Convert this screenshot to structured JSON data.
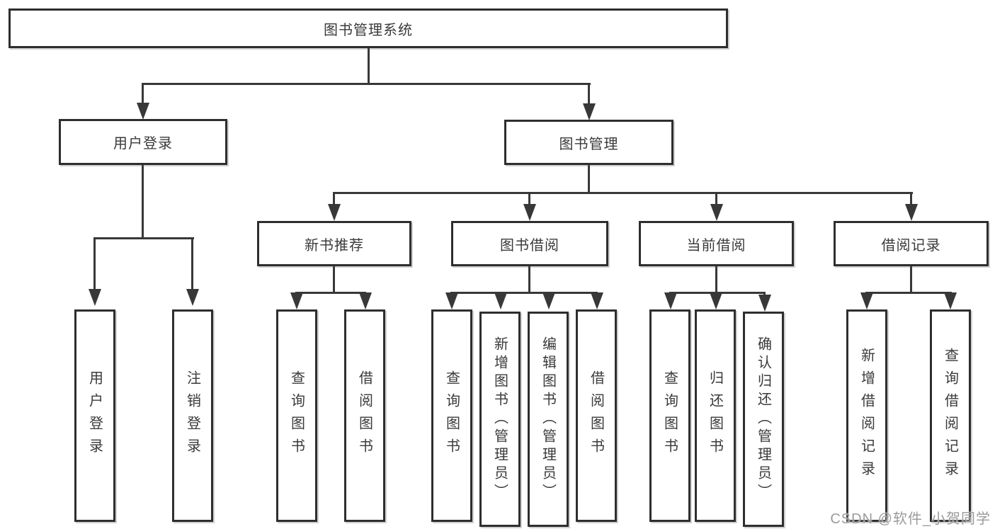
{
  "diagram": {
    "type": "tree",
    "colors": {
      "line": "#383838",
      "box_border": "#2e2e2e",
      "box_fill": "#ffffff",
      "text": "#3a3a3a",
      "watermark": "#9b9b9b",
      "background": "#ffffff"
    },
    "nodes": {
      "root": {
        "label": "图书管理系统"
      },
      "level2": [
        {
          "label": "用户登录",
          "parent": "图书管理系统"
        },
        {
          "label": "图书管理",
          "parent": "图书管理系统"
        }
      ],
      "level3": [
        {
          "label": "新书推荐",
          "parent": "图书管理"
        },
        {
          "label": "图书借阅",
          "parent": "图书管理"
        },
        {
          "label": "当前借阅",
          "parent": "图书管理"
        },
        {
          "label": "借阅记录",
          "parent": "图书管理"
        }
      ],
      "leaves": [
        {
          "label": "用户登录",
          "parent": "用户登录"
        },
        {
          "label": "注销登录",
          "parent": "用户登录"
        },
        {
          "label": "查询图书",
          "parent": "新书推荐"
        },
        {
          "label": "借阅图书",
          "parent": "新书推荐"
        },
        {
          "label": "查询图书",
          "parent": "图书借阅"
        },
        {
          "label": "新增图书（管理员）",
          "parent": "图书借阅"
        },
        {
          "label": "编辑图书（管理员）",
          "parent": "图书借阅"
        },
        {
          "label": "借阅图书",
          "parent": "图书借阅"
        },
        {
          "label": "查询图书",
          "parent": "当前借阅"
        },
        {
          "label": "归还图书",
          "parent": "当前借阅"
        },
        {
          "label": "确认归还（管理员）",
          "parent": "当前借阅"
        },
        {
          "label": "新增借阅记录",
          "parent": "借阅记录"
        },
        {
          "label": "查询借阅记录",
          "parent": "借阅记录"
        }
      ]
    },
    "watermark": "CSDN @软件_小贺同学"
  }
}
